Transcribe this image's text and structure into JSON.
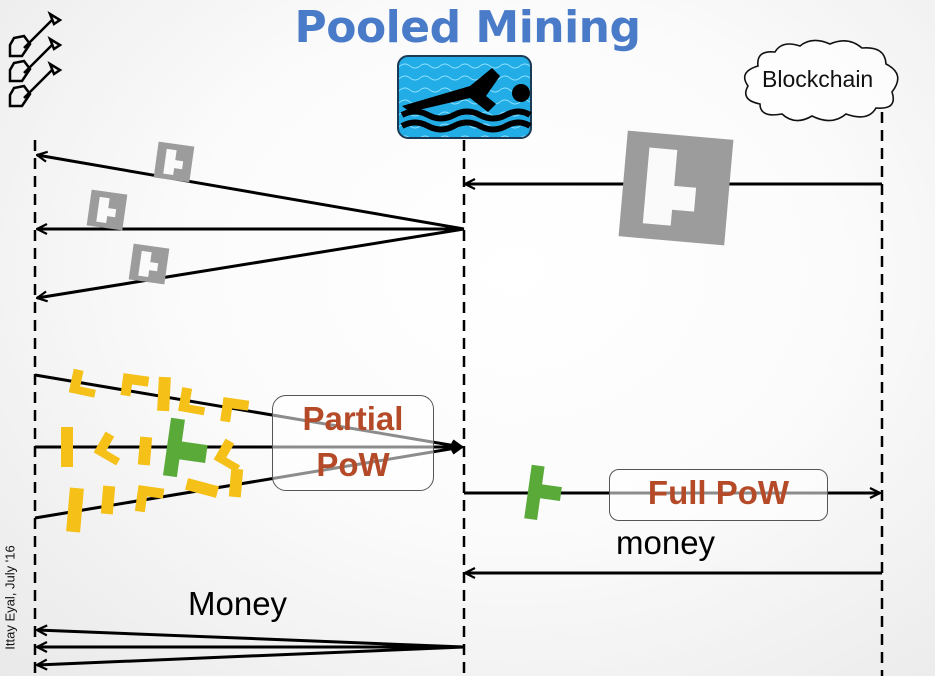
{
  "slide": {
    "title": "Pooled Mining",
    "author_credit": "Ittay Eyal, July '16"
  },
  "actors": [
    {
      "id": "miners",
      "icon": "shovel-icon",
      "count": 3,
      "label": ""
    },
    {
      "id": "pool",
      "icon": "swimmer-icon",
      "label": ""
    },
    {
      "id": "blockchain",
      "icon": "cloud-icon",
      "label": "Blockchain"
    }
  ],
  "labels": {
    "partial_pow_line1": "Partial",
    "partial_pow_line2": "PoW",
    "full_pow": "Full PoW",
    "money_pool": "money",
    "money_miners": "Money"
  },
  "messages": [
    {
      "from": "blockchain",
      "to": "pool",
      "payload": "block-puzzle-large"
    },
    {
      "from": "pool",
      "to": "miners",
      "count": 3,
      "payload": "block-puzzle-small"
    },
    {
      "from": "miners",
      "to": "pool",
      "count": 3,
      "payload": "partial-pow-shares",
      "label": "Partial PoW"
    },
    {
      "from": "pool",
      "to": "blockchain",
      "payload": "full-pow-block",
      "label": "Full PoW"
    },
    {
      "from": "blockchain",
      "to": "pool",
      "label": "money"
    },
    {
      "from": "pool",
      "to": "miners",
      "count": 3,
      "label": "Money"
    }
  ],
  "colors": {
    "title": "#4a7bc8",
    "pow_label": "#b54a28",
    "share_yellow": "#f5c018",
    "full_pow_green": "#5aaa3a",
    "puzzle_gray": "#9a9a9a",
    "water": "#27b4e8"
  }
}
